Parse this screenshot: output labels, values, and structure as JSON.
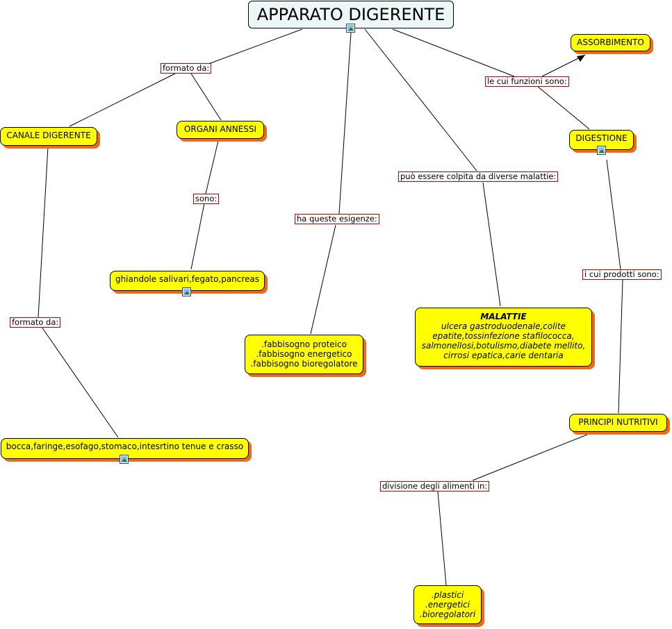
{
  "root": {
    "title": "APPARATO DIGERENTE"
  },
  "nodes": {
    "assorbimento": "ASSORBIMENTO",
    "canale": "CANALE DIGERENTE",
    "organi": "ORGANI ANNESSI",
    "digestione": "DIGESTIONE",
    "ghiandole": "ghiandole salivari,fegato,pancreas",
    "fabbisogno": [
      ".fabbisogno proteico",
      ".fabbisogno energetico",
      ".fabbisogno bioregolatore"
    ],
    "malattie": {
      "title": "MALATTIE",
      "lines": [
        "ulcera gastroduodenale,colite",
        "epatite,tossinfezione stafilococca,",
        "salmonellosi,botulismo,diabete mellito,",
        "cirrosi epatica,carie dentaria"
      ]
    },
    "bocca": "bocca,faringe,esofago,stomaco,intesrtino tenue e crasso",
    "principi": "PRINCIPI NUTRITIVI",
    "plastici": [
      ".plastici",
      ".energetici",
      ".bioregolatori"
    ]
  },
  "labels": {
    "formato1": "formato da:",
    "funzioni": "le cui funzioni sono:",
    "sono": "sono:",
    "malattie_link": "può essere colpita da diverse malattie:",
    "esigenze": "ha queste esigenze:",
    "prodotti": "i cui prodotti sono:",
    "formato2": "formato da:",
    "divisione": "divisione degli alimenti in:"
  }
}
